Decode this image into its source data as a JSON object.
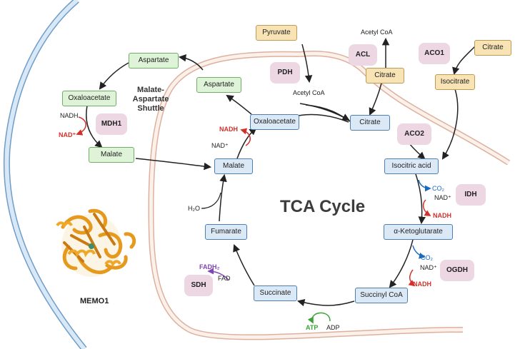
{
  "title": "TCA Cycle",
  "shuttle_label": "Malate-\nAspartate\nShuttle",
  "protein_label": "MEMO1",
  "metabolites": {
    "citrate": "Citrate",
    "isocitric_acid": "Isocitric acid",
    "alpha_ketoglutarate": "α-Ketoglutarate",
    "succinyl_coa": "Succinyl CoA",
    "succinate": "Succinate",
    "fumarate": "Fumarate",
    "malate": "Malate",
    "oxaloacetate": "Oxaloacetate",
    "aspartate_inner": "Aspartate",
    "aspartate_outer": "Aspartate",
    "oxaloacetate_outer": "Oxaloacetate",
    "malate_outer": "Malate",
    "pyruvate": "Pyruvate",
    "citrate_outer_top": "Citrate",
    "citrate_outer_right": "Citrate",
    "isocitrate": "Isocitrate"
  },
  "enzymes": {
    "acl": "ACL",
    "aco1": "ACO1",
    "pdh": "PDH",
    "aco2": "ACO2",
    "idh": "IDH",
    "ogdh": "OGDH",
    "sdh": "SDH",
    "mdh1": "MDH1"
  },
  "labels": {
    "acetyl_coa_top": "Acetyl CoA",
    "acetyl_coa_mid": "Acetyl CoA",
    "nadh_outer": "NADH",
    "nad_outer": "NAD⁺",
    "nadh_inner": "NADH",
    "nad_inner": "NAD⁺",
    "h2o": "H₂O",
    "fadh2": "FADH₂",
    "fad": "FAD",
    "atp": "ATP",
    "adp": "ADP",
    "co2_idh": "CO₂",
    "nad_idh": "NAD⁺",
    "nadh_idh": "NADH",
    "co2_ogdh": "CO₂",
    "nad_ogdh": "NAD⁺",
    "nadh_ogdh": "NADH"
  },
  "colors": {
    "cycle_box": "#dbe8f6",
    "shuttle_box": "#def3d8",
    "cytosol_box": "#f8e3b4",
    "enzyme_blob": "#ecd7e3",
    "nadh": "#d2312b",
    "co2": "#1a6bbf",
    "atp": "#3da23a",
    "fadh2": "#8245b4",
    "cell_membrane": "#a9c6e3",
    "mito_membrane": "#e8c2b2",
    "protein": "#e59a1d"
  }
}
